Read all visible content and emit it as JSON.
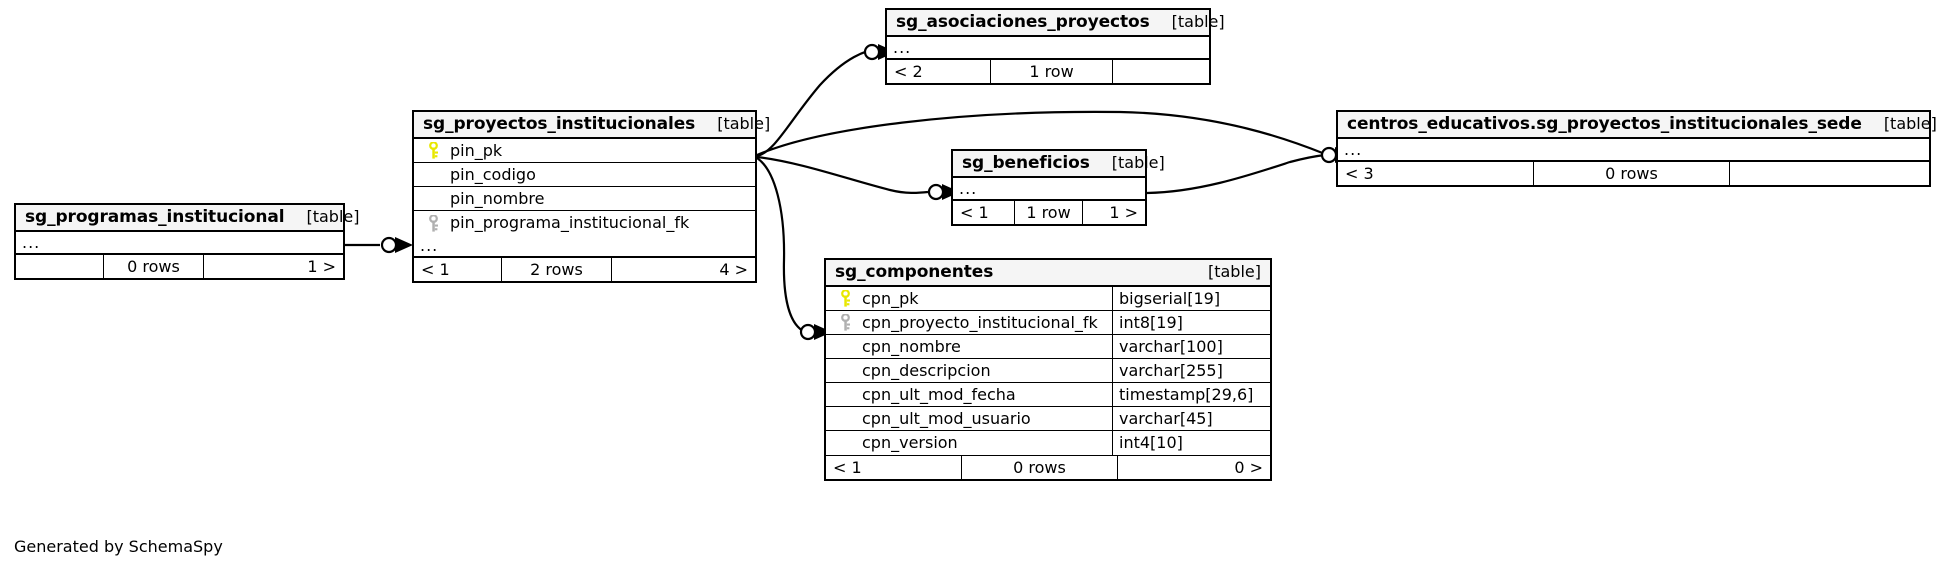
{
  "diagram": {
    "generator_caption": "Generated by SchemaSpy",
    "table_tag": "[table]",
    "ellipsis": "...",
    "colors": {
      "background": "#ffffff",
      "header_fill": "#f5f5f5",
      "border": "#000000",
      "primary_key_icon": "#e8e800",
      "foreign_key_icon": "#b0b0b0",
      "edge": "#000000"
    }
  },
  "tables": [
    {
      "id": "sg_programas_institucional",
      "name": "sg_programas_institucional",
      "tag": "[table]",
      "columns": [],
      "has_ellipsis": true,
      "footer": {
        "left": "",
        "middle": "0 rows",
        "right": "1 >"
      }
    },
    {
      "id": "sg_proyectos_institucionales",
      "name": "sg_proyectos_institucionales",
      "tag": "[table]",
      "columns": [
        {
          "name": "pin_pk",
          "key": "primary",
          "type": ""
        },
        {
          "name": "pin_codigo",
          "key": "none",
          "type": ""
        },
        {
          "name": "pin_nombre",
          "key": "none",
          "type": ""
        },
        {
          "name": "pin_programa_institucional_fk",
          "key": "foreign",
          "type": ""
        }
      ],
      "has_ellipsis": true,
      "footer": {
        "left": "< 1",
        "middle": "2 rows",
        "right": "4 >"
      }
    },
    {
      "id": "sg_asociaciones_proyectos",
      "name": "sg_asociaciones_proyectos",
      "tag": "[table]",
      "columns": [],
      "has_ellipsis": true,
      "footer": {
        "left": "< 2",
        "middle": "1 row",
        "right": ""
      }
    },
    {
      "id": "sg_beneficios",
      "name": "sg_beneficios",
      "tag": "[table]",
      "columns": [],
      "has_ellipsis": true,
      "footer": {
        "left": "< 1",
        "middle": "1 row",
        "right": "1 >"
      }
    },
    {
      "id": "centros_educativos_sede",
      "name": "centros_educativos.sg_proyectos_institucionales_sede",
      "tag": "[table]",
      "columns": [],
      "has_ellipsis": true,
      "footer": {
        "left": "< 3",
        "middle": "0 rows",
        "right": ""
      }
    },
    {
      "id": "sg_componentes",
      "name": "sg_componentes",
      "tag": "[table]",
      "columns": [
        {
          "name": "cpn_pk",
          "key": "primary",
          "type": "bigserial[19]"
        },
        {
          "name": "cpn_proyecto_institucional_fk",
          "key": "foreign",
          "type": "int8[19]"
        },
        {
          "name": "cpn_nombre",
          "key": "none",
          "type": "varchar[100]"
        },
        {
          "name": "cpn_descripcion",
          "key": "none",
          "type": "varchar[255]"
        },
        {
          "name": "cpn_ult_mod_fecha",
          "key": "none",
          "type": "timestamp[29,6]"
        },
        {
          "name": "cpn_ult_mod_usuario",
          "key": "none",
          "type": "varchar[45]"
        },
        {
          "name": "cpn_version",
          "key": "none",
          "type": "int4[10]"
        }
      ],
      "has_ellipsis": false,
      "footer": {
        "left": "< 1",
        "middle": "0 rows",
        "right": "0 >"
      }
    }
  ],
  "relationships": [
    {
      "from": "sg_proyectos_institucionales",
      "to": "sg_asociaciones_proyectos",
      "marker": "zero-or-many"
    },
    {
      "from": "sg_proyectos_institucionales",
      "to": "sg_beneficios",
      "marker": "zero-or-many"
    },
    {
      "from": "sg_proyectos_institucionales",
      "to": "centros_educativos_sede",
      "marker": "zero-or-many"
    },
    {
      "from": "sg_proyectos_institucionales",
      "to": "sg_componentes",
      "marker": "zero-or-many"
    },
    {
      "from": "sg_beneficios",
      "to": "centros_educativos_sede",
      "marker": "zero-or-many"
    },
    {
      "from": "sg_programas_institucional",
      "to": "sg_proyectos_institucionales",
      "marker": "zero-or-many"
    }
  ]
}
